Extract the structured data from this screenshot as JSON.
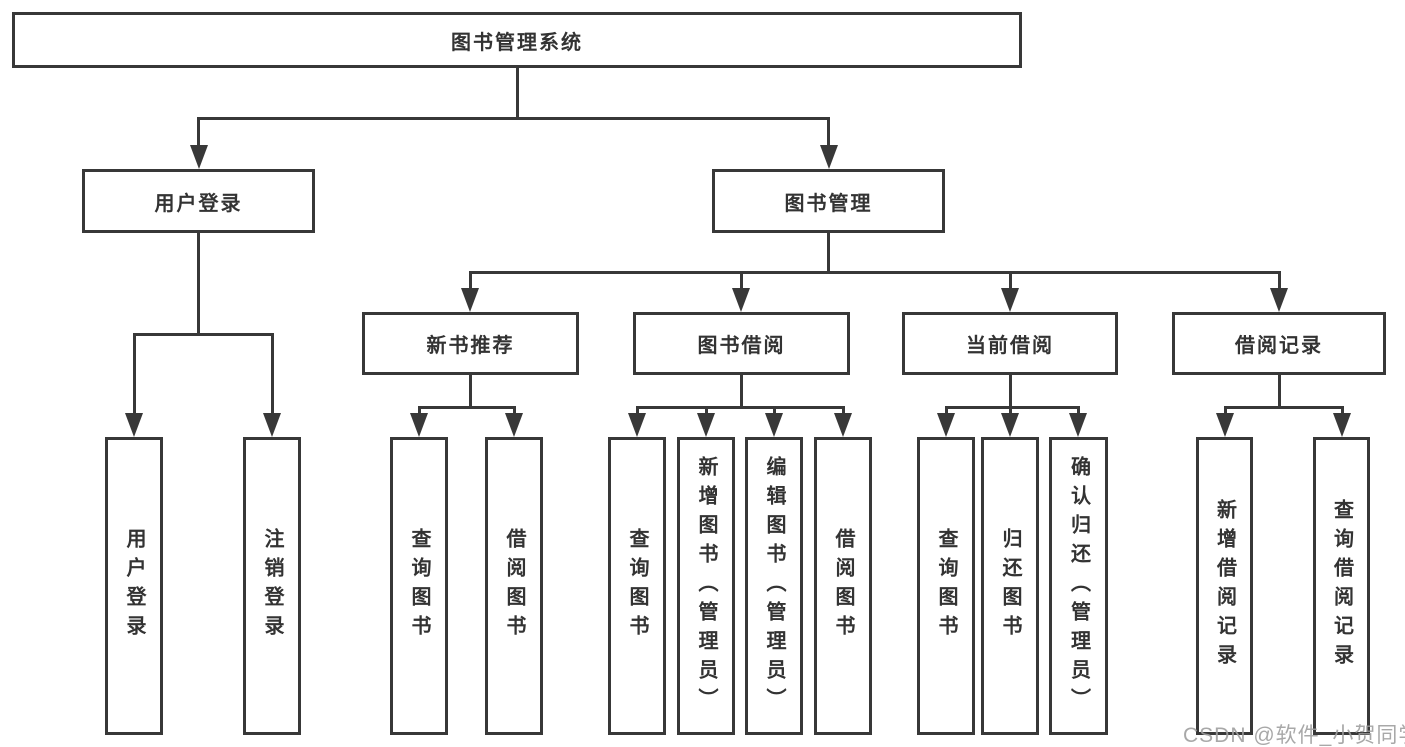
{
  "root": {
    "label": "图书管理系统"
  },
  "level2": [
    {
      "label": "用户登录"
    },
    {
      "label": "图书管理"
    }
  ],
  "level3": [
    {
      "label": "新书推荐"
    },
    {
      "label": "图书借阅"
    },
    {
      "label": "当前借阅"
    },
    {
      "label": "借阅记录"
    }
  ],
  "leaves": [
    {
      "label": "用户登录"
    },
    {
      "label": "注销登录"
    },
    {
      "label": "查询图书"
    },
    {
      "label": "借阅图书"
    },
    {
      "label": "查询图书"
    },
    {
      "label": "新增图书（管理员）"
    },
    {
      "label": "编辑图书（管理员）"
    },
    {
      "label": "借阅图书"
    },
    {
      "label": "查询图书"
    },
    {
      "label": "归还图书"
    },
    {
      "label": "确认归还（管理员）"
    },
    {
      "label": "新增借阅记录"
    },
    {
      "label": "查询借阅记录"
    }
  ],
  "watermark": {
    "text": "CSDN @软件_小贺同学"
  },
  "colors": {
    "line": "#383838",
    "text": "#333333",
    "background": "#ffffff",
    "watermark": "#9e9e9e"
  }
}
